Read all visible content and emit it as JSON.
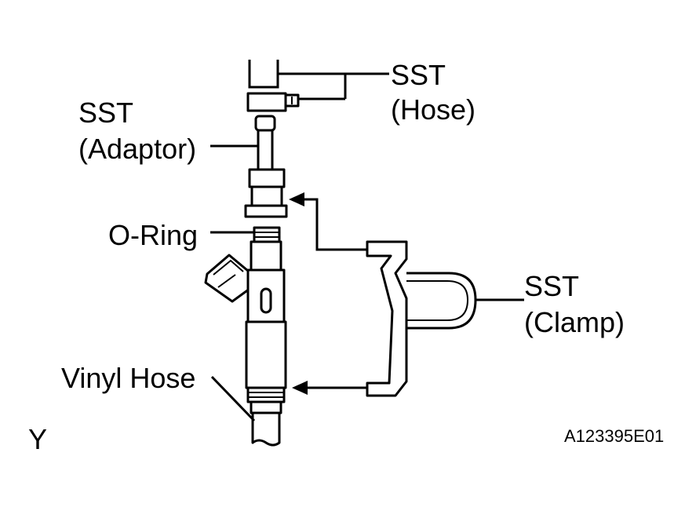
{
  "labels": {
    "sst_hose_line1": "SST",
    "sst_hose_line2": "(Hose)",
    "sst_adaptor_line1": "SST",
    "sst_adaptor_line2": "(Adaptor)",
    "o_ring": "O-Ring",
    "sst_clamp_line1": "SST",
    "sst_clamp_line2": "(Clamp)",
    "vinyl_hose": "Vinyl Hose",
    "view_letter": "Y",
    "figure_code": "A123395E01"
  }
}
